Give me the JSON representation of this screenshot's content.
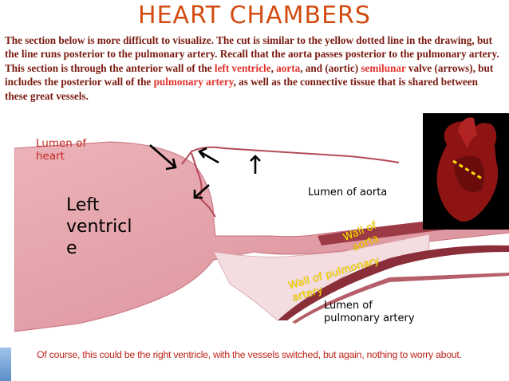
{
  "title": "HEART CHAMBERS",
  "intro": {
    "p1": "The section below is more difficult to visualize.  The cut is similar to the yellow dotted line in the drawing, but the line runs posterior to the pulmonary artery.  Recall that the aorta passes posterior to the pulmonary artery.  This section is through the anterior wall of the ",
    "lv": "left ventricle",
    "p2": ", ",
    "aorta": "aorta",
    "p3": ", and (aortic) ",
    "semilunar": "semilunar",
    "p4": " valve (arrows), but includes the posterior wall of the ",
    "pa": "pulmonary artery",
    "p5": ", as well as the connective tissue that is shared between these great vessels."
  },
  "labels": {
    "lumen_heart_1": "Lumen of",
    "lumen_heart_2": "heart",
    "lv_1": "Left",
    "lv_2": "ventricl",
    "lv_3": "e",
    "lumen_aorta": "Lumen of aorta",
    "wall_aorta_1": "Wall of",
    "wall_aorta_2": "aorta",
    "wall_pulm_1": "Wall of pulmonary",
    "wall_pulm_2": "artery",
    "lumen_pulm_1": "Lumen of",
    "lumen_pulm_2": "pulmonary artery"
  },
  "footer": "Of course, this could be the right ventricle, with the vessels switched, but again, nothing to worry about.",
  "colors": {
    "title": "#d24c12",
    "highlight": "#e0302a",
    "label_yellow": "#ffe000",
    "tissue": "#e6a0a8"
  }
}
